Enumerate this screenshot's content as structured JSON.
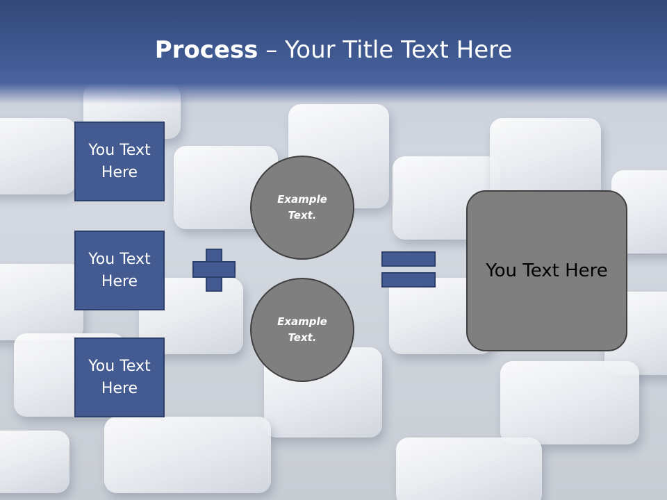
{
  "slide": {
    "title_bold": "Process",
    "title_rest": " – Your Title Text Here"
  },
  "left_boxes": [
    {
      "label": "You Text Here"
    },
    {
      "label": "You Text Here"
    },
    {
      "label": "You Text Here"
    }
  ],
  "circles": [
    {
      "label": "Example Text."
    },
    {
      "label": "Example Text."
    }
  ],
  "result": {
    "label": "You Text Here"
  },
  "colors": {
    "header": "#3d5590",
    "box_fill": "#445b92",
    "circle_fill": "#7f7f7f"
  },
  "icons": [
    "plus-icon",
    "equals-icon"
  ]
}
